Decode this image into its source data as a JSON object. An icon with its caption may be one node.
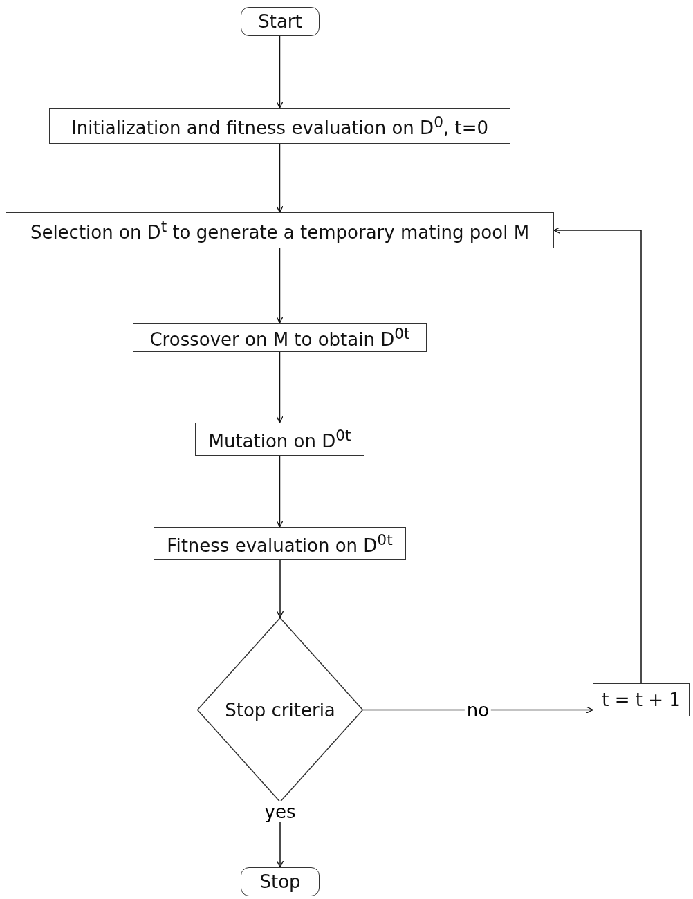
{
  "diagram": {
    "nodes": [
      {
        "text": [
          "Start"
        ]
      },
      {
        "text": [
          "Initialization and fitness evaluation on D$^{0}$, t=0"
        ]
      },
      {
        "text": [
          "Selection on D$^{t}$ to generate a temporary mating pool M"
        ]
      },
      {
        "text": [
          "Crossover on M to obtain D$^{0t}$"
        ]
      },
      {
        "text": [
          "Mutation on D$^{0t}$"
        ]
      },
      {
        "text": [
          "Fitness evaluation on D$^{0t}$"
        ]
      },
      {
        "text": [
          "Stop criteria"
        ]
      },
      {
        "text": [
          "t = t + 1"
        ]
      },
      {
        "text": [
          "Stop"
        ]
      }
    ],
    "edges": [
      {
        "from": 0,
        "to": 1,
        "arrow": "to"
      },
      {
        "from": 1,
        "to": 2,
        "arrow": "to"
      },
      {
        "from": 2,
        "to": 3,
        "arrow": "to"
      },
      {
        "from": 3,
        "to": 4,
        "arrow": "to"
      },
      {
        "from": 4,
        "to": 5,
        "arrow": "to"
      },
      {
        "from": 5,
        "to": 6,
        "arrow": "to"
      },
      {
        "from": 6,
        "to": 7,
        "arrow": "to",
        "label": "no"
      },
      {
        "from": 6,
        "to": 8,
        "arrow": "to",
        "label": "yes"
      },
      {
        "from": 7,
        "to": 2,
        "arrow": "to"
      }
    ]
  }
}
